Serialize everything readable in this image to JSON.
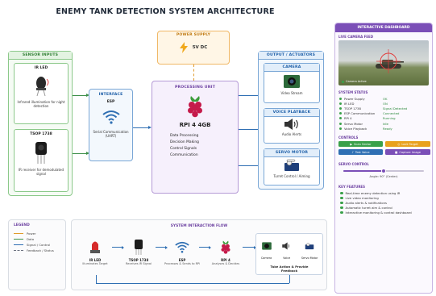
{
  "title": "ENEMY TANK DETECTION SYSTEM ARCHITECTURE",
  "power": {
    "header": "POWER SUPPLY",
    "value": "5V DC"
  },
  "sensor": {
    "header": "SENSOR INPUTS",
    "ir_led": {
      "name": "IR LED",
      "desc": "Infrared illumination for night detection"
    },
    "tsop": {
      "name": "TSOP 1738",
      "desc": "IR receiver for demodulated signal"
    }
  },
  "interface": {
    "header": "INTERFACE",
    "name": "ESP",
    "desc": "Serial Communication (UART)"
  },
  "processing": {
    "header": "PROCESSING UNIT",
    "name": "RPI 4 4GB",
    "bullets": [
      "Data Processing",
      "Decision Making",
      "Control Signals",
      "Communication"
    ]
  },
  "output": {
    "header": "OUTPUT / ACTUATORS",
    "camera": {
      "header": "CAMERA",
      "desc": "Video Stream"
    },
    "voice": {
      "header": "VOICE PLAYBACK",
      "desc": "Audio Alerts"
    },
    "servo": {
      "header": "SERVO MOTOR",
      "desc": "Turret Control / Aiming"
    }
  },
  "legend": {
    "header": "LEGEND",
    "items": [
      {
        "label": "Power",
        "color": "#e09b2d"
      },
      {
        "label": "Data",
        "color": "#3d8f4a"
      },
      {
        "label": "Signal / Control",
        "color": "#2f6fb3"
      },
      {
        "label": "Feedback / Status",
        "color": "#6b7280"
      }
    ]
  },
  "flow": {
    "header": "SYSTEM INTERACTION FLOW",
    "steps": [
      {
        "name": "IR LED",
        "sub": "Illuminates Target"
      },
      {
        "name": "TSOP 1738",
        "sub": "Receives IR Signal"
      },
      {
        "name": "ESP",
        "sub": "Processes & Sends to RPi"
      },
      {
        "name": "RPI 4",
        "sub": "Analyses & Decides"
      },
      {
        "name": "Take Action & Provide Feedback",
        "sub": ""
      }
    ],
    "outputs": [
      "Camera",
      "Voice",
      "Servo Motor"
    ]
  },
  "dashboard": {
    "header": "INTERACTIVE DASHBOARD",
    "feed_title": "LIVE CAMERA FEED",
    "feed_status": "Camera Active",
    "status_title": "SYSTEM STATUS",
    "status": [
      {
        "name": "Power Supply",
        "value": "OK"
      },
      {
        "name": "IR LED",
        "value": "ON"
      },
      {
        "name": "TSOP 1738",
        "value": "Signal Detected"
      },
      {
        "name": "ESP Communication",
        "value": "Connected"
      },
      {
        "name": "RPi 4",
        "value": "Running"
      },
      {
        "name": "Servo Motor",
        "value": "Idle"
      },
      {
        "name": "Voice Playback",
        "value": "Ready"
      }
    ],
    "controls_title": "CONTROLS",
    "controls": [
      {
        "label": "Scan Sector",
        "color": "#3aa14a"
      },
      {
        "label": "Lock Target",
        "color": "#e8a21f"
      },
      {
        "label": "Test Voice",
        "color": "#2f6fb3"
      },
      {
        "label": "Capture Image",
        "color": "#7b4fb7"
      }
    ],
    "servo_title": "SERVO CONTROL",
    "servo_label": "Angle: 90° (Center)",
    "servo_level": 0.5,
    "features_title": "KEY FEATURES",
    "features": [
      "Real-time enemy detection using IR",
      "Live video monitoring",
      "Audio alerts & notifications",
      "Automatic turret aim & control",
      "Interactive monitoring & control dashboard"
    ]
  }
}
